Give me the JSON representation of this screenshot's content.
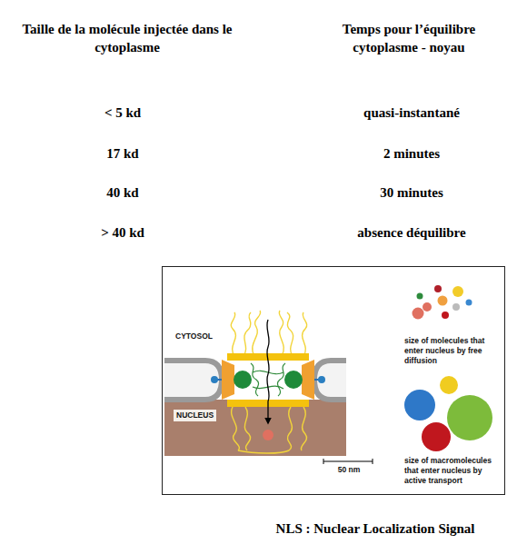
{
  "diagram": {
    "nodes": [
      {
        "text": [
          "CYTOSOL",
          "NUCLEUS",
          "size of molecules that enter nucleus by free diffusion",
          "size of macromolecules that enter nucleus by active transport",
          "50 nm"
        ]
      }
    ],
    "labels": [
      "Taille de la molécule injectée dans le cytoplasme",
      "Temps pour l’équilibre cytoplasme - noyau",
      "< 5 kd",
      "quasi-instantané",
      "17 kd",
      "2 minutes",
      "40 kd",
      "30 minutes",
      "> 40 kd",
      "absence déquilibre",
      "NLS : Nuclear Localization Signal"
    ]
  }
}
